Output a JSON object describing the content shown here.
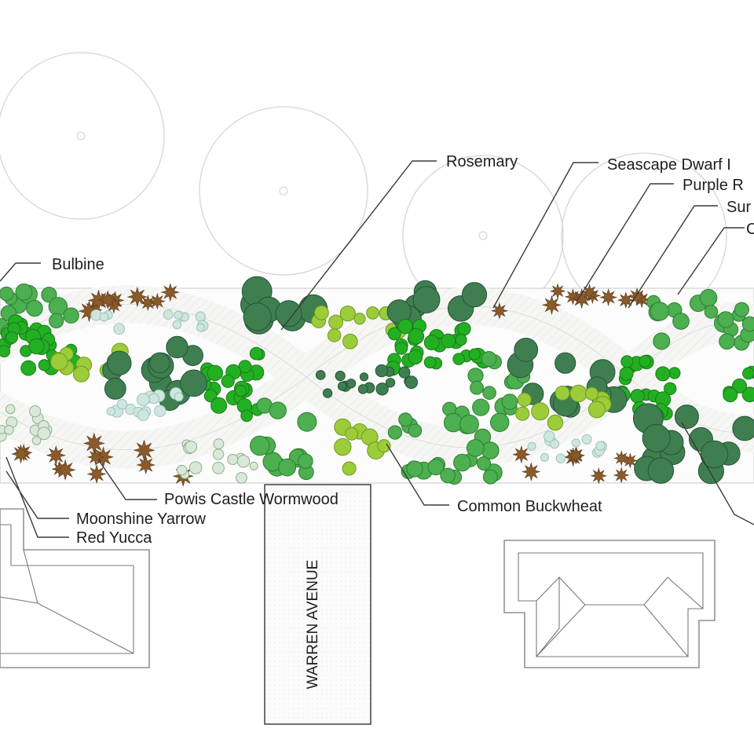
{
  "labels": {
    "bulbine": "Bulbine",
    "rosemary": "Rosemary",
    "seascape": "Seascape Dwarf I",
    "purple": "Purple R",
    "sun": "Sur",
    "partial_c": "C",
    "powis": "Powis Castle Wormwood",
    "moonshine": "Moonshine Yarrow",
    "red_yucca": "Red Yucca",
    "buckwheat": "Common Buckwheat"
  },
  "street": {
    "name": "WARREN AVENUE"
  },
  "colors": {
    "bright_green": "#22b022",
    "light_green": "#9ccc3a",
    "mid_green": "#4caf50",
    "dark_green": "#3f7f4f",
    "brown": "#8a5a2b",
    "pale_blue": "#cfe6e0",
    "path": "#f4f4f2"
  }
}
